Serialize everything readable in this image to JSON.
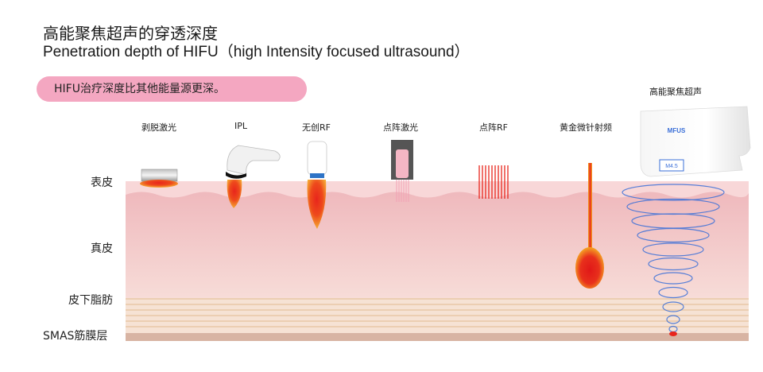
{
  "header": {
    "title_cn": "高能聚焦超声的穿透深度",
    "title_en": "Penetration depth of HIFU（high Intensity focused ultrasound）"
  },
  "callout": {
    "text": "HIFU治疗深度比其他能量源更深。"
  },
  "layers": [
    {
      "label": "表皮",
      "color": "#f8d3d4"
    },
    {
      "label": "真皮",
      "color": "#f2c6c3"
    },
    {
      "label": "皮下脂肪",
      "color": "#f3dccb"
    },
    {
      "label": "SMAS筋膜层",
      "color": "#d8b7a8"
    }
  ],
  "devices": [
    {
      "label": "剥脱激光",
      "icon": "ablative-laser-icon"
    },
    {
      "label": "IPL",
      "icon": "ipl-handpiece-icon"
    },
    {
      "label": "无创RF",
      "icon": "rf-handpiece-icon"
    },
    {
      "label": "点阵激光",
      "icon": "fractional-laser-icon"
    },
    {
      "label": "点阵RF",
      "icon": "fractional-rf-icon"
    },
    {
      "label": "黄金微针射频",
      "icon": "microneedle-rf-icon"
    }
  ],
  "hifu": {
    "label": "高能聚焦超声",
    "device_brand": "MFUS",
    "device_badge": "M4.5",
    "icon": "hifu-device-icon"
  },
  "colors": {
    "accent_pink": "#f4a7c1",
    "energy_red": "#e8251c",
    "energy_orange": "#f5a623",
    "ultrasound_blue": "#3a6fd8"
  }
}
